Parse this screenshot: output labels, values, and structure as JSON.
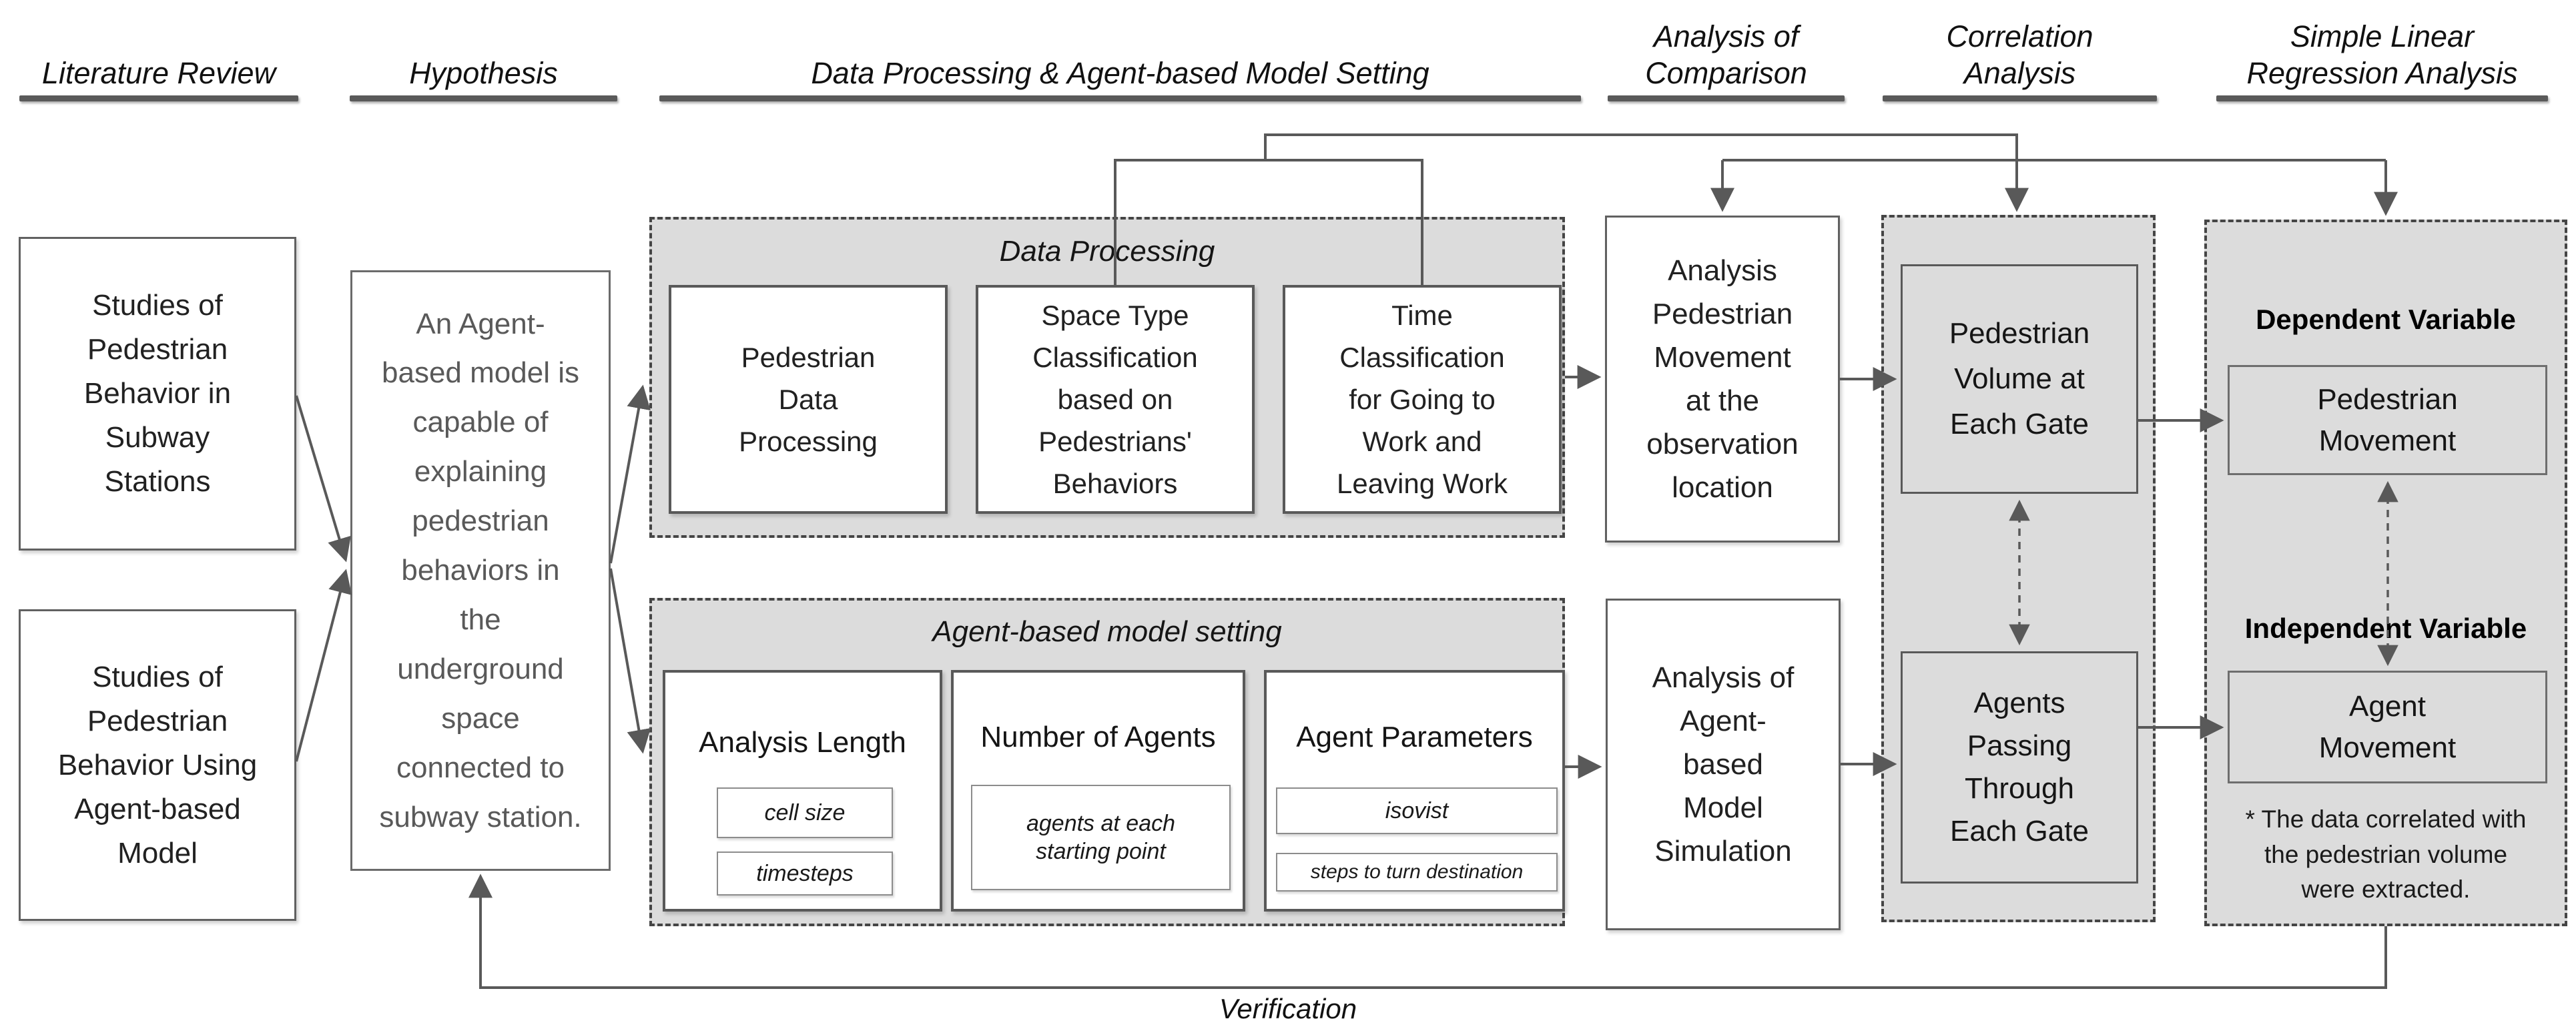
{
  "headers": [
    {
      "label": "Literature Review"
    },
    {
      "label": "Hypothesis"
    },
    {
      "label": "Data Processing & Agent-based Model Setting"
    },
    {
      "label": "Analysis of\nComparison"
    },
    {
      "label": "Correlation\nAnalysis"
    },
    {
      "label": "Simple Linear\nRegression Analysis"
    }
  ],
  "literature": {
    "box1": "Studies of\nPedestrian\nBehavior in\nSubway\nStations",
    "box2": "Studies of\nPedestrian\nBehavior Using\nAgent-based\nModel"
  },
  "hypothesis": {
    "text": "An Agent-\nbased model is\ncapable of\nexplaining\npedestrian\nbehaviors in\nthe\nunderground\nspace\nconnected to\nsubway station."
  },
  "data_processing": {
    "title": "Data Processing",
    "box1": "Pedestrian\nData\nProcessing",
    "box2": "Space Type\nClassification\nbased on\nPedestrians'\nBehaviors",
    "box3": "Time\nClassification\nfor Going to\nWork and\nLeaving Work"
  },
  "abm_setting": {
    "title": "Agent-based model setting",
    "box1_label": "Analysis Length",
    "box1_params": [
      "cell size",
      "timesteps"
    ],
    "box2_label": "Number of Agents",
    "box2_params": [
      "agents at each\nstarting point"
    ],
    "box3_label": "Agent Parameters",
    "box3_params": [
      "isovist",
      "steps to turn destination"
    ]
  },
  "analysis": {
    "pedestrian": "Analysis\nPedestrian\nMovement\nat the\nobservation\nlocation",
    "agent": "Analysis of\nAgent-\nbased\nModel\nSimulation"
  },
  "correlation": {
    "box1": "Pedestrian\nVolume at\nEach Gate",
    "box2": "Agents\nPassing\nThrough\nEach Gate"
  },
  "regression": {
    "dependent_label": "Dependent Variable",
    "dependent_box": "Pedestrian\nMovement",
    "independent_label": "Independent Variable",
    "independent_box": "Agent\nMovement",
    "footnote": "* The data correlated with\nthe pedestrian volume\nwere extracted."
  },
  "verification_label": "Verification",
  "colors": {
    "container_fill": "#dcdcdc",
    "box_border": "#595959",
    "connector": "#595959",
    "hypothesis_text": "#595959",
    "header_underline": "#5a5a5a",
    "text": "#212121",
    "box_fill": "#ffffff"
  }
}
